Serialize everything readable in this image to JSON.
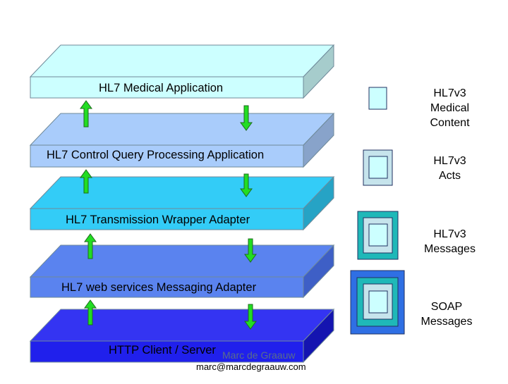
{
  "layers": [
    {
      "label": "HL7 Medical Application",
      "front": "#ccffff",
      "top": "#ccffff",
      "side": "#a6cccc"
    },
    {
      "label": "HL7 Control Query Processing Application",
      "front": "#a9ccfb",
      "top": "#a9ccfb",
      "side": "#88a3ca"
    },
    {
      "label": "HL7 Transmission Wrapper Adapter",
      "front": "#33ccf7",
      "top": "#33ccf7",
      "side": "#26a3c5"
    },
    {
      "label": "HL7 web services Messaging Adapter",
      "front": "#5a83ef",
      "top": "#5a83ef",
      "side": "#3e5fc6"
    },
    {
      "label": "HTTP Client / Server",
      "front": "#2020ec",
      "top": "#3434f2",
      "side": "#1414b0"
    }
  ],
  "legend": [
    {
      "text": "HL7v3\nMedical\nContent"
    },
    {
      "text": "HL7v3\nActs"
    },
    {
      "text": "HL7v3\nMessages"
    },
    {
      "text": "SOAP\nMessages"
    }
  ],
  "footer": {
    "author": "Marc de Graauw",
    "email": "marc@marcdegraauw.com"
  },
  "colors": {
    "arrow_green": "#22dd22",
    "content_fill": "#ccffff",
    "acts_fill": "#c6e4ec",
    "messages_fill": "#1fb8b8",
    "soap_fill": "#2f6fe4"
  }
}
